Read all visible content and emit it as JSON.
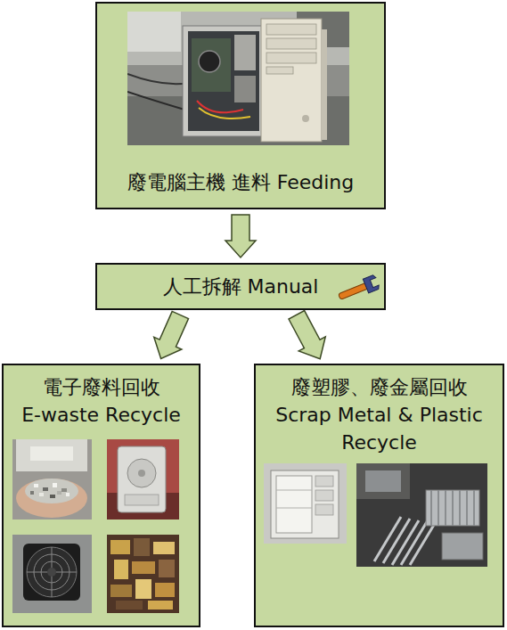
{
  "diagram": {
    "nodes": [
      {
        "text": [
          "廢電腦主機 進料 Feeding"
        ]
      },
      {
        "text": [
          "人工拆解 Manual"
        ]
      },
      {
        "text": [
          "電子廢料回收",
          "E-waste Recycle"
        ]
      },
      {
        "text": [
          "廢塑膠、廢金屬回收",
          "Scrap Metal & Plastic Recycle"
        ]
      }
    ],
    "edges": [
      {
        "from": 0,
        "to": 1,
        "arrow": "to"
      },
      {
        "from": 1,
        "to": 2,
        "arrow": "to"
      },
      {
        "from": 1,
        "to": 3,
        "arrow": "to"
      }
    ]
  }
}
